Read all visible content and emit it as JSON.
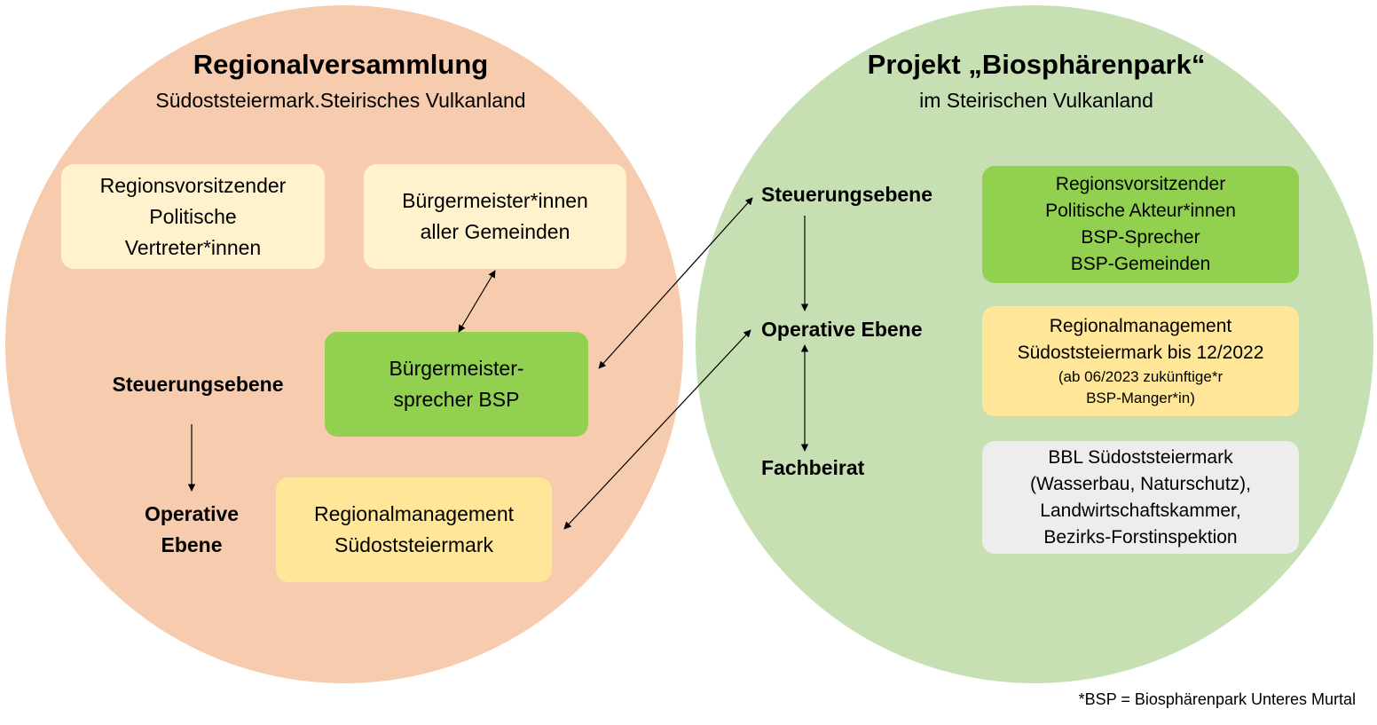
{
  "left": {
    "title": "Regionalversammlung",
    "subtitle": "Südoststeiermark.Steirisches Vulkanland",
    "box_regionsvorsitzender": [
      "Regionsvorsitzender",
      "Politische",
      "Vertreter*innen"
    ],
    "box_buergermeister": [
      "Bürgermeister*innen",
      "aller Gemeinden"
    ],
    "box_bsp_sprecher": [
      "Bürgermeister-",
      "sprecher BSP"
    ],
    "box_regionalmanagement": [
      "Regionalmanagement",
      "Südoststeiermark"
    ],
    "label_steuerung": "Steuerungsebene",
    "label_operative": [
      "Operative",
      "Ebene"
    ]
  },
  "right": {
    "title": "Projekt „Biosphärenpark“",
    "subtitle": "im Steirischen Vulkanland",
    "label_steuerung": "Steuerungsebene",
    "label_operative": "Operative Ebene",
    "label_fachbeirat": "Fachbeirat",
    "box_steuerung": [
      "Regionsvorsitzender",
      "Politische Akteur*innen",
      "BSP-Sprecher",
      "BSP-Gemeinden"
    ],
    "box_operative": [
      "Regionalmanagement",
      "Südoststeiermark bis 12/2022"
    ],
    "box_operative_small": [
      "(ab 06/2023 zukünftige*r",
      "BSP-Manger*in)"
    ],
    "box_fachbeirat": [
      "BBL Südoststeiermark",
      "(Wasserbau, Naturschutz),",
      "Landwirtschaftskammer,",
      "Bezirks-Forstinspektion"
    ]
  },
  "footnote": "*BSP = Biosphärenpark Unteres Murtal",
  "colors": {
    "left_circle": "#f7cbad",
    "right_circle": "#c6e0b4",
    "cream_box": "#fff2cc",
    "green_box": "#92d050",
    "yellow_box": "#ffe699",
    "gray_box": "#ededed"
  }
}
